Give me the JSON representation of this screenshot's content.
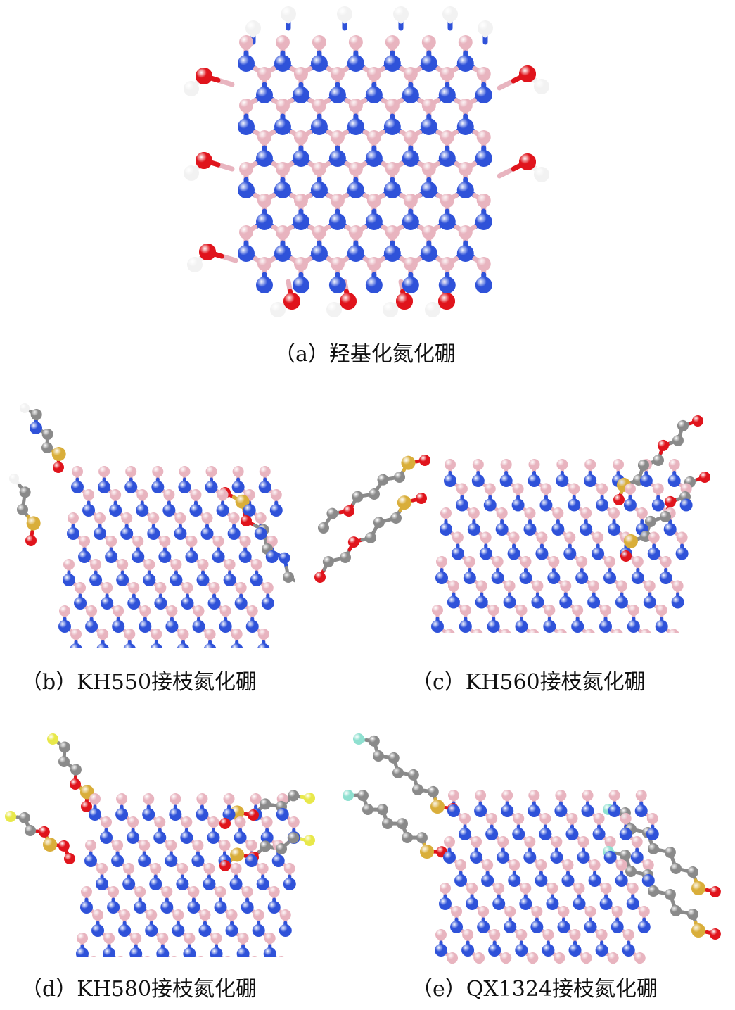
{
  "panels": [
    {
      "id": "a",
      "caption": "（a）羟基化氮化硼"
    },
    {
      "id": "b",
      "caption": "（b）KH550接枝氮化硼"
    },
    {
      "id": "c",
      "caption": "（c）KH560接枝氮化硼"
    },
    {
      "id": "d",
      "caption": "（d）KH580接枝氮化硼"
    },
    {
      "id": "e",
      "caption": "（e）QX1324接枝氮化硼"
    }
  ],
  "atom_colors": {
    "boron": "#e8b4bf",
    "nitrogen": "#2f52d9",
    "oxygen": "#e0141c",
    "hydrogen": "#f2f2f2",
    "carbon": "#8a8a8a",
    "silicon": "#d9ae3a",
    "sulfur": "#e8e84a",
    "fluorine": "#8fe0d0"
  }
}
